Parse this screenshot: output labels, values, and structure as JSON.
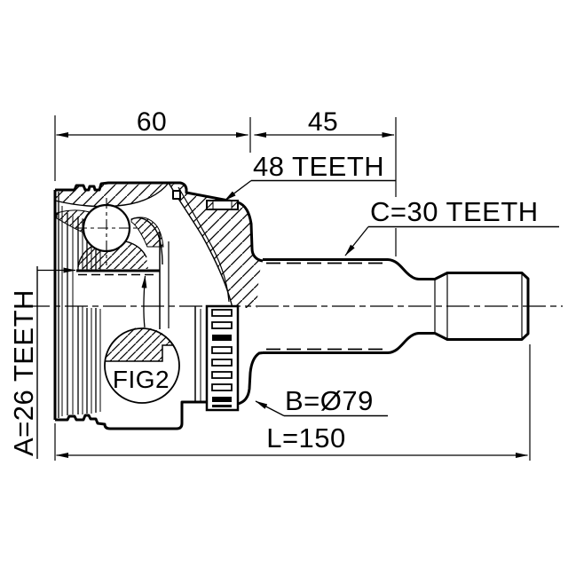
{
  "figure": {
    "type": "technical-cross-section-drawing",
    "subject": "cv-joint-outer",
    "background_color": "#ffffff",
    "line_color": "#000000",
    "labels": {
      "dim_housing_width": "60",
      "dim_spline_width": "45",
      "abs_ring_teeth": "48 TEETH",
      "outer_spline_teeth": "C=30 TEETH",
      "inner_spline_teeth": "A=26 TEETH",
      "boot_diameter": "B=Ø79",
      "overall_length": "L=150",
      "detail_reference": "FIG2"
    }
  }
}
